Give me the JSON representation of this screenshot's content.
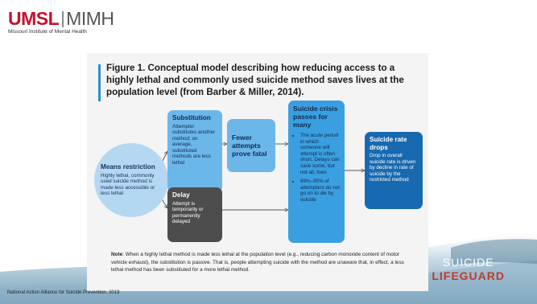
{
  "logo": {
    "main": "UMSL",
    "secondary": "MIMH",
    "subtitle": "Missouri Institute of Mental Health"
  },
  "figure": {
    "title": "Figure 1. Conceptual model describing how reducing access to a highly lethal and commonly used suicide method saves lives at the population level (from Barber & Miller, 2014).",
    "means": {
      "title": "Means restriction",
      "body": "Highly lethal, commonly used suicide method is made less accessible or less lethal"
    },
    "substitution": {
      "title": "Substitution",
      "body": "Attempter substitutes another method; on average, substituted methods are less lethal"
    },
    "fewer": {
      "title": "Fewer attempts prove fatal"
    },
    "crisis": {
      "title": "Suicide crisis passes for many",
      "bullet1": "The acute period in which someone will attempt is often short. Delays can save some, but not all, lives",
      "bullet2": "89%–95% of attempters do not go on to die by suicide"
    },
    "rate": {
      "title": "Suicide rate drops",
      "body": "Drop in overall suicide rate is driven by decline in rate of suicide by the restricted method"
    },
    "delay": {
      "title": "Delay",
      "body": "Attempt is temporarily or permanently delayed"
    },
    "note": {
      "label": "Note",
      "text": ": When a highly lethal method is made less lethal at the population level (e.g., reducing carbon monoxide content of motor vehicle exhaust), the substitution is passive. That is, people attempting suicide with the method are unaware that, in effect, a less lethal method has been substituted for a more lethal method."
    }
  },
  "brand": {
    "line1": "SUICIDE",
    "line2": "LIFEGUARD"
  },
  "footer": "National Action Alliance for Suicide Prevention, 2019",
  "colors": {
    "accent": "#2c8fcf",
    "brand_red": "#c8102e",
    "box_light": "#b4d8f2",
    "box_mid": "#6cb7ea",
    "box_strong": "#3a9fe0",
    "box_dark": "#1769b0",
    "box_gray": "#4d4d4d"
  }
}
